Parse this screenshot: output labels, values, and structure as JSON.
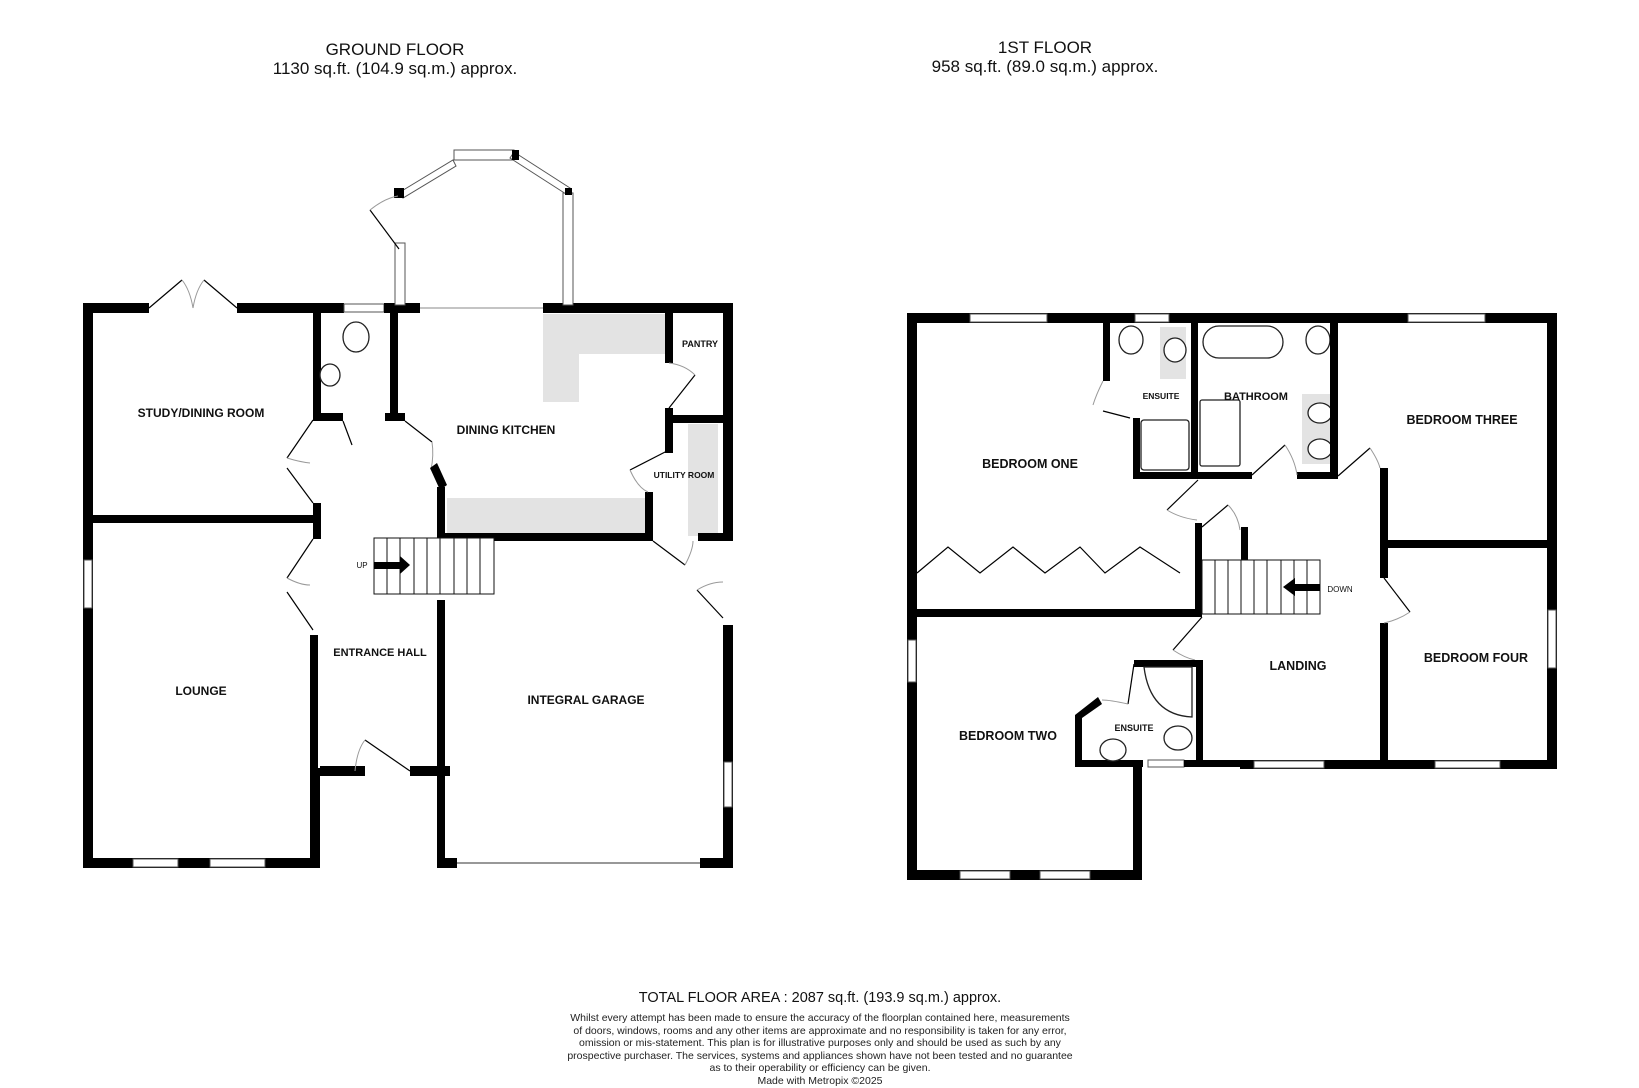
{
  "floors": [
    {
      "name": "GROUND FLOOR",
      "area": "1130 sq.ft. (104.9 sq.m.) approx.",
      "rooms": [
        {
          "label": "STUDY/DINING ROOM"
        },
        {
          "label": "DINING KITCHEN"
        },
        {
          "label": "PANTRY"
        },
        {
          "label": "UTILITY ROOM"
        },
        {
          "label": "LOUNGE"
        },
        {
          "label": "ENTRANCE HALL"
        },
        {
          "label": "INTEGRAL GARAGE"
        }
      ],
      "stairs_label": "UP"
    },
    {
      "name": "1ST FLOOR",
      "area": "958 sq.ft. (89.0 sq.m.) approx.",
      "rooms": [
        {
          "label": "BEDROOM ONE"
        },
        {
          "label": "ENSUITE"
        },
        {
          "label": "BATHROOM"
        },
        {
          "label": "BEDROOM THREE"
        },
        {
          "label": "BEDROOM TWO"
        },
        {
          "label": "ENSUITE"
        },
        {
          "label": "LANDING"
        },
        {
          "label": "BEDROOM FOUR"
        }
      ],
      "stairs_label": "DOWN"
    }
  ],
  "footer": {
    "total_area": "TOTAL FLOOR AREA : 2087 sq.ft. (193.9 sq.m.) approx.",
    "disclaimer_lines": [
      "Whilst every attempt has been made to ensure the accuracy of the floorplan contained here, measurements",
      "of doors, windows, rooms and any other items are approximate and no responsibility is taken for any error,",
      "omission or mis-statement. This plan is for illustrative purposes only and should be used as such by any",
      "prospective purchaser. The services, systems and appliances shown have not been tested and no guarantee",
      "as to their operability or efficiency can be given."
    ],
    "credit": "Made with Metropix ©2025"
  },
  "colors": {
    "wall": "#000000",
    "worktop": "#e3e3e3",
    "background": "#ffffff"
  }
}
